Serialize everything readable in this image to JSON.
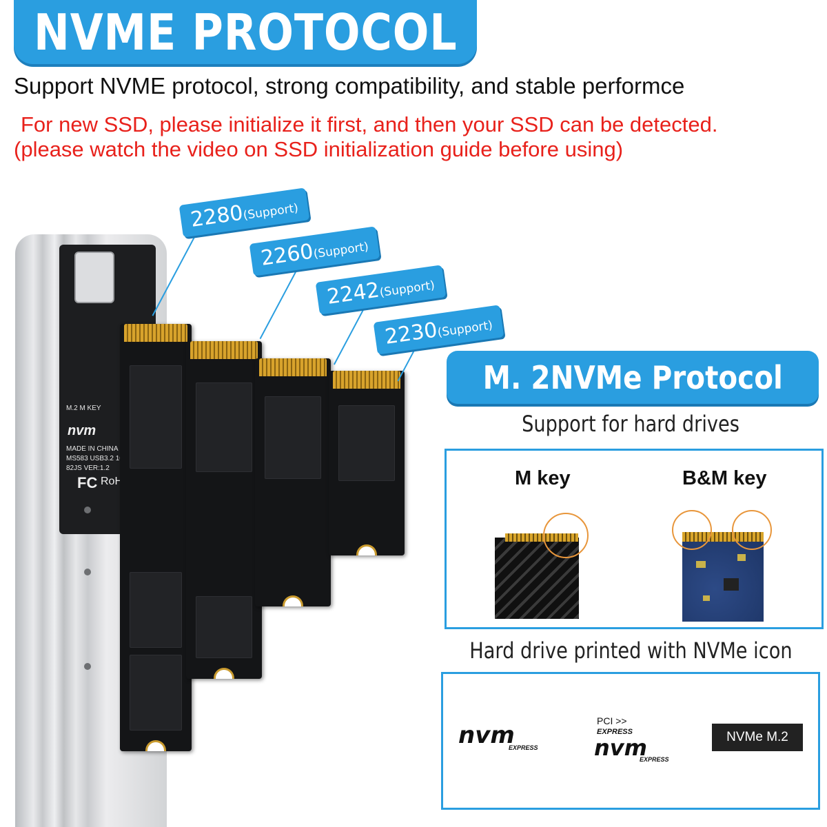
{
  "header": {
    "title": "NVME PROTOCOL",
    "subtitle": "Support NVME protocol, strong compatibility, and stable performce",
    "note_line1": "For new SSD, please initialize it first, and then your SSD can be detected.",
    "note_line2": "(please watch the video on SSD initialization guide before using)"
  },
  "enclosure": {
    "label_key": "M.2 M KEY",
    "label_brand": "nvm",
    "label_made": "MADE IN CHINA",
    "label_model": "MS583 USB3.2 10G",
    "label_ver": "82JS VER:1.2",
    "label_fc": "FC",
    "label_rohs": "RoH"
  },
  "sizes": [
    {
      "num": "2280",
      "support": "(Support)"
    },
    {
      "num": "2260",
      "support": "(Support)"
    },
    {
      "num": "2242",
      "support": "(Support)"
    },
    {
      "num": "2230",
      "support": "(Support)"
    }
  ],
  "protocol_panel": {
    "title": "M. 2NVMe Protocol",
    "support_caption": "Support for hard drives",
    "m_key": "M key",
    "bm_key": "B&M key",
    "icon_caption": "Hard drive printed with NVMe icon",
    "logo1": "nvm",
    "logo1_sub": "EXPRESS",
    "logo2_pci": "PCI",
    "logo2_express": "EXPRESS",
    "logo2": "nvm",
    "logo2_sub": "EXPRESS",
    "badge": "NVMe M.2"
  },
  "colors": {
    "accent": "#2a9ee0",
    "warning": "#e8211b"
  }
}
